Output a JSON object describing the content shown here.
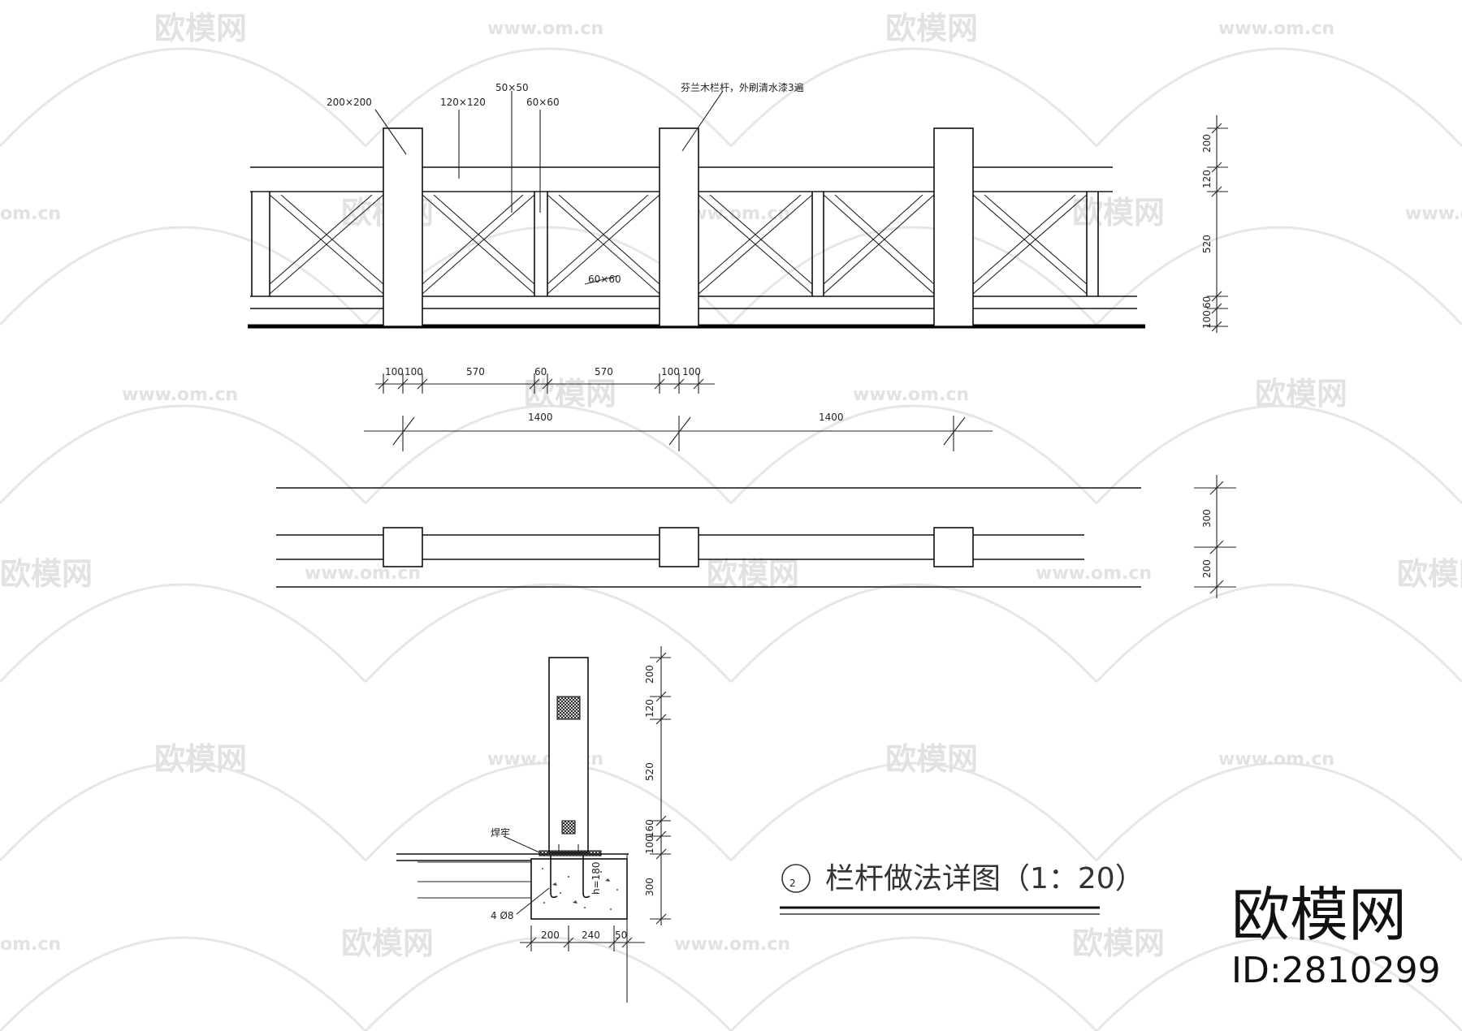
{
  "watermark": {
    "logo_text": "欧模网",
    "site_text": "www.om.cn",
    "site_text_partial": "om.cn",
    "logo_text_partial": "欧模网"
  },
  "elevation": {
    "label_post_size": "200×200",
    "label_top_rail": "120×120",
    "label_brace": "50×50",
    "label_stile": "60×60",
    "label_material_note": "芬兰木栏杆，外刷清水漆3遍",
    "label_bottom_rail": "60×60",
    "right_dims": [
      "200",
      "120",
      "520",
      "60",
      "100"
    ],
    "bottom_dims_small": [
      "100",
      "100",
      "570",
      "60",
      "570",
      "100",
      "100"
    ],
    "bottom_dims_large": [
      "1400",
      "1400"
    ]
  },
  "plan": {
    "right_dims": [
      "300",
      "200"
    ]
  },
  "section": {
    "label_weld": "焊牢",
    "label_rebar": "4 Ø8",
    "label_anchor": "h=180",
    "right_dims": [
      "200",
      "120",
      "520",
      "160",
      "100",
      "300"
    ],
    "bottom_dims": [
      "200",
      "240",
      "50"
    ]
  },
  "title": {
    "number": "2",
    "text": "栏杆做法详图（1：20）"
  },
  "brand": {
    "name": "欧模网",
    "id_text": "ID:2810299"
  }
}
